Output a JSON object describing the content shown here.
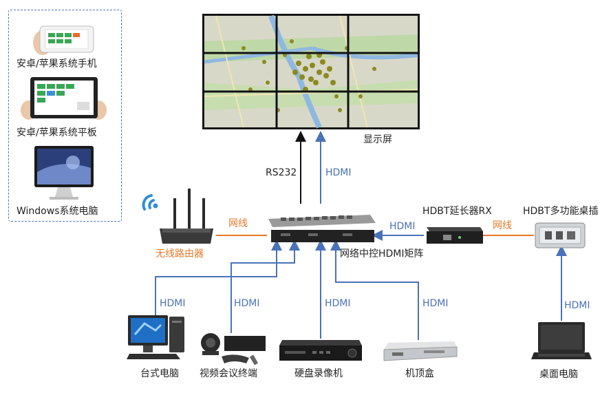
{
  "control_panel": {
    "phone_label": "安卓/苹果系统手机",
    "tablet_label": "安卓/苹果系统平板",
    "pc_label": "Windows系统电脑"
  },
  "display": {
    "label": "显示屏"
  },
  "links": {
    "rs232": "RS232",
    "hdmi": "HDMI",
    "network": "网线"
  },
  "devices": {
    "router": "无线路由器",
    "matrix": "网络中控HDMI矩阵",
    "extender": "HDBT延长器RX",
    "desk_socket": "HDBT多功能桌插",
    "desktop_pc": "台式电脑",
    "video_conf": "视频会议终端",
    "dvr": "硬盘录像机",
    "set_top_box": "机顶盒",
    "laptop": "桌面电脑"
  },
  "colors": {
    "hdmi_line": "#4a72b8",
    "network_line": "#e8782a",
    "rs232_line": "#111111"
  }
}
